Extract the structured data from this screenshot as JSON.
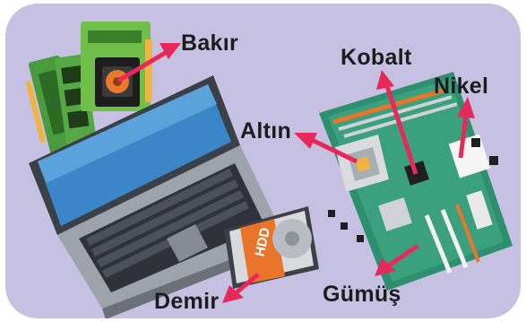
{
  "labels": {
    "bakir": "Bakır",
    "kobalt": "Kobalt",
    "nikel": "Nikel",
    "altin": "Altın",
    "demir": "Demir",
    "gumus": "Gümüş"
  },
  "hdd_text": "HDD",
  "colors": {
    "background": "#c6c1e3",
    "arrow": "#e8275a",
    "board": "#2e8f6e",
    "laptop_screen": "#3a86c8"
  }
}
